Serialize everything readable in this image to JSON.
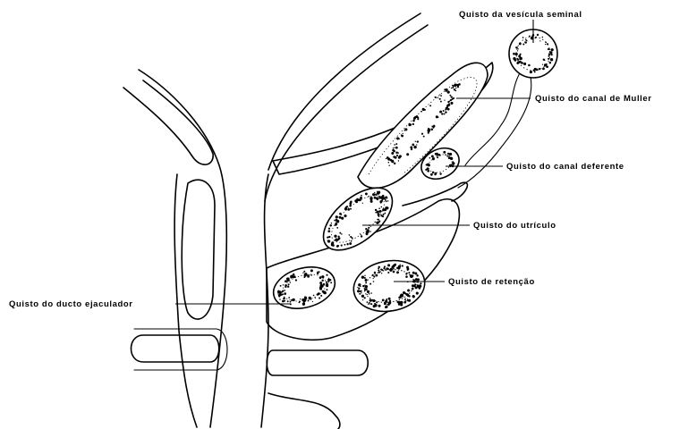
{
  "labels": {
    "seminal_vesicle_cyst": "Quisto da vesícula seminal",
    "mullerian_duct_cyst": "Quisto do canal de Muller",
    "vas_deferens_cyst": "Quisto do canal deferente",
    "utricle_cyst": "Quisto do utrículo",
    "retention_cyst": "Quisto de retenção",
    "ejaculatory_duct_cyst": "Quisto do ducto ejaculador"
  },
  "colors": {
    "ink": "#000000",
    "paper": "#ffffff"
  }
}
